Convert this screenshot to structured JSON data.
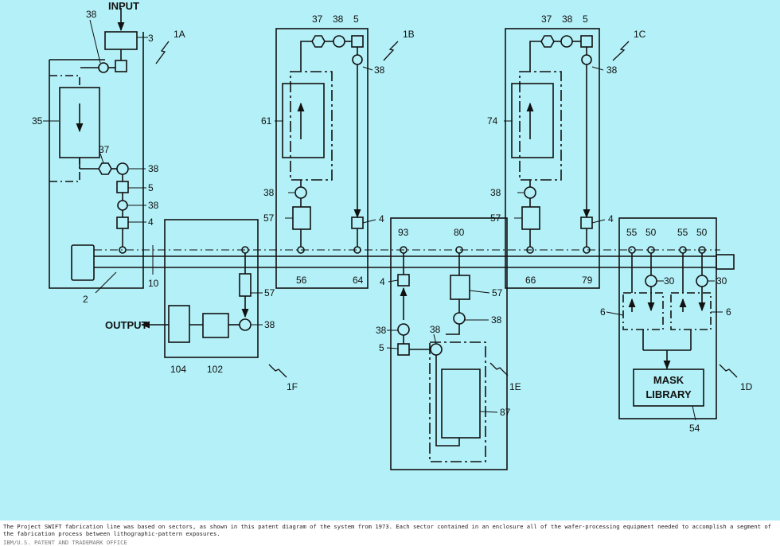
{
  "diagram": {
    "io": {
      "input": "INPUT",
      "output": "OUTPUT"
    },
    "sector_labels": {
      "a": "1A",
      "b": "1B",
      "c": "1C",
      "d": "1D",
      "e": "1E",
      "f": "1F"
    },
    "bus": {
      "rail": "10",
      "loader": "2"
    },
    "sector_1a": {
      "l3": "3",
      "l38a": "38",
      "l35": "35",
      "l37": "37",
      "l38b": "38",
      "l5": "5",
      "l38c": "38",
      "l4": "4"
    },
    "sector_1b": {
      "l37": "37",
      "l38a": "38",
      "l5": "5",
      "l38b": "38",
      "l61": "61",
      "l38c": "38",
      "l57": "57",
      "l4": "4",
      "l56": "56",
      "l64": "64"
    },
    "sector_1c": {
      "l37": "37",
      "l38a": "38",
      "l5": "5",
      "l38b": "38",
      "l74": "74",
      "l38c": "38",
      "l57": "57",
      "l4": "4",
      "l66": "66",
      "l79": "79"
    },
    "sector_1d": {
      "l55a": "55",
      "l50a": "50",
      "l55b": "55",
      "l50b": "50",
      "l30a": "30",
      "l30b": "30",
      "l6a": "6",
      "l6b": "6",
      "mask1": "MASK",
      "mask2": "LIBRARY",
      "l54": "54"
    },
    "sector_1e": {
      "l93": "93",
      "l80": "80",
      "l4": "4",
      "l57": "57",
      "l38a": "38",
      "l38b": "38",
      "l38c": "38",
      "l5": "5",
      "l87": "87"
    },
    "sector_1f": {
      "l57": "57",
      "l38": "38",
      "l104": "104",
      "l102": "102"
    }
  },
  "caption": {
    "text": "The Project SWIFT fabrication line was based on sectors, as shown in this patent diagram of the system from 1973. Each sector contained in an enclosure all of the wafer-processing equipment needed to accomplish a segment of the fabrication process between lithographic-pattern exposures.",
    "credit": "IBM/U.S. PATENT AND TRADEMARK OFFICE"
  }
}
